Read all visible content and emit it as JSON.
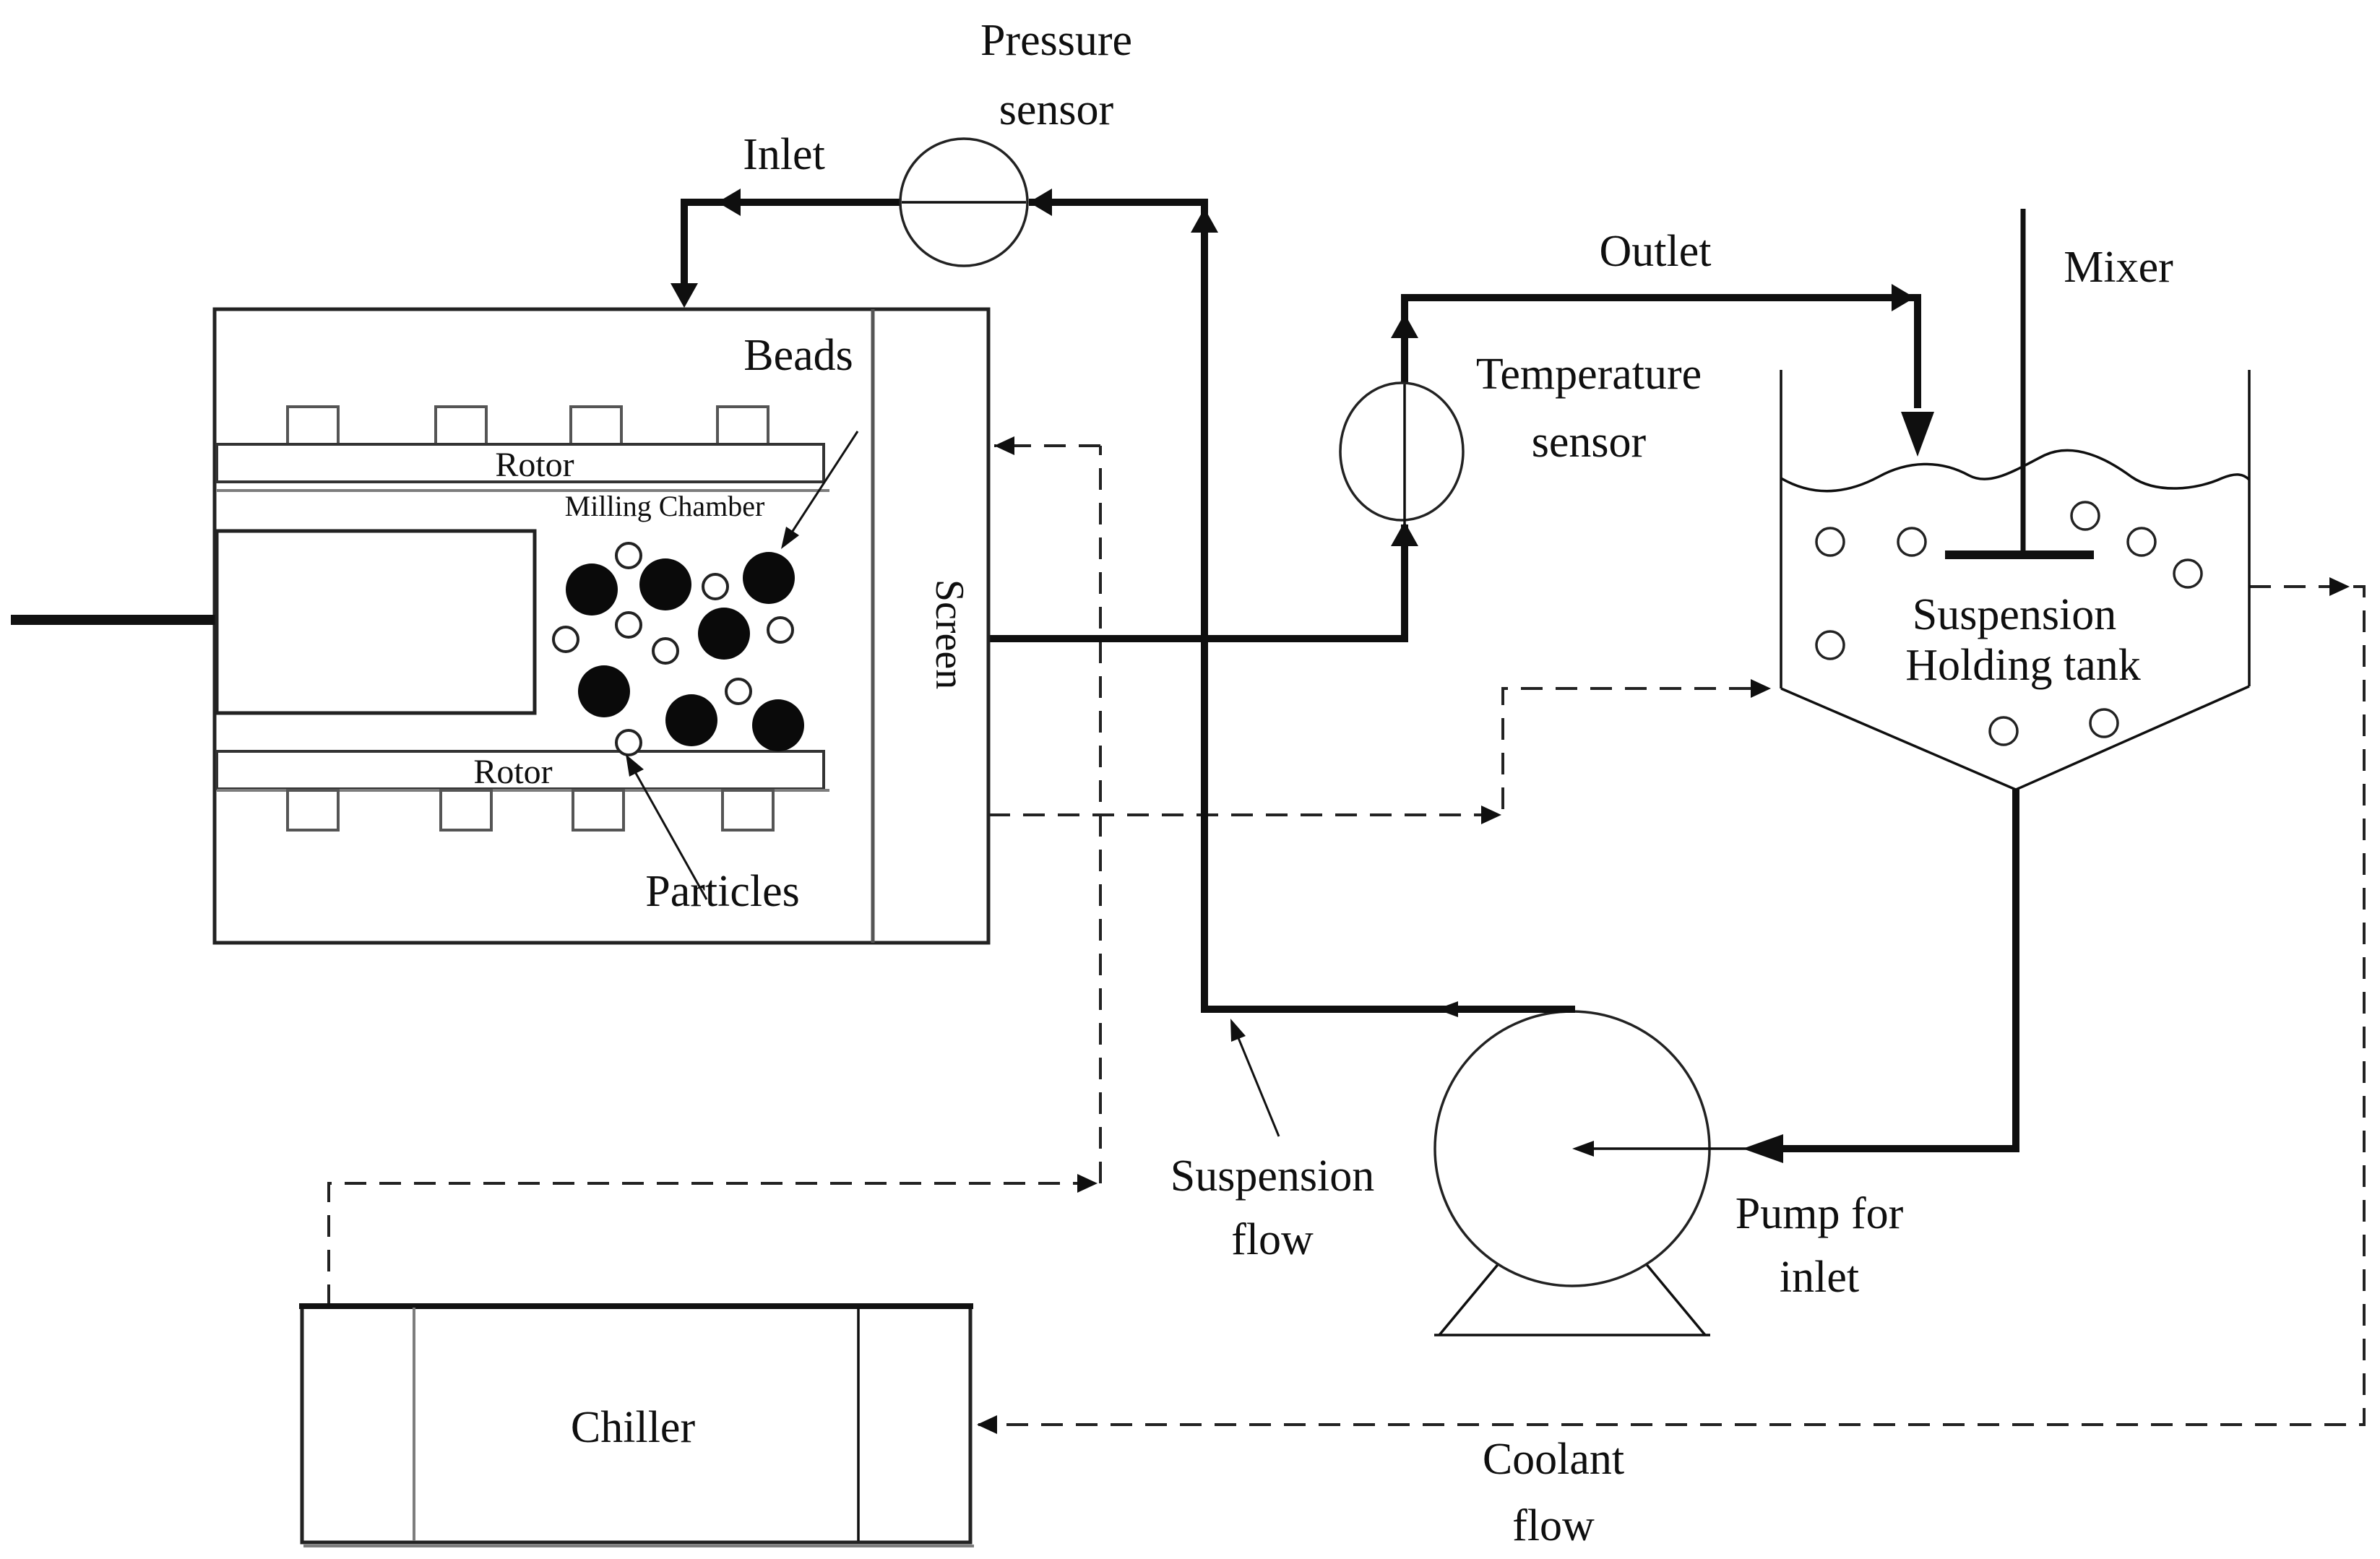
{
  "diagram": {
    "title": "Wet stirred media milling process schematic",
    "labels": {
      "pressure_sensor": [
        "Pressure",
        "sensor"
      ],
      "inlet": "Inlet",
      "beads": "Beads",
      "rotor": "Rotor",
      "milling_chamber": "Milling Chamber",
      "screen": "Screen",
      "particles": "Particles",
      "outlet": "Outlet",
      "temperature_sensor": [
        "Temperature",
        "sensor"
      ],
      "mixer": "Mixer",
      "holding_tank": [
        "Suspension",
        "Holding tank"
      ],
      "suspension_flow": [
        "Suspension",
        "flow"
      ],
      "pump_for_inlet": [
        "Pump for",
        "inlet"
      ],
      "chiller": "Chiller",
      "coolant_flow": [
        "Coolant",
        "flow"
      ]
    },
    "colors": {
      "ink": "#0f0f0f",
      "shadow": "#7d7d7d",
      "background": "#ffffff"
    }
  }
}
